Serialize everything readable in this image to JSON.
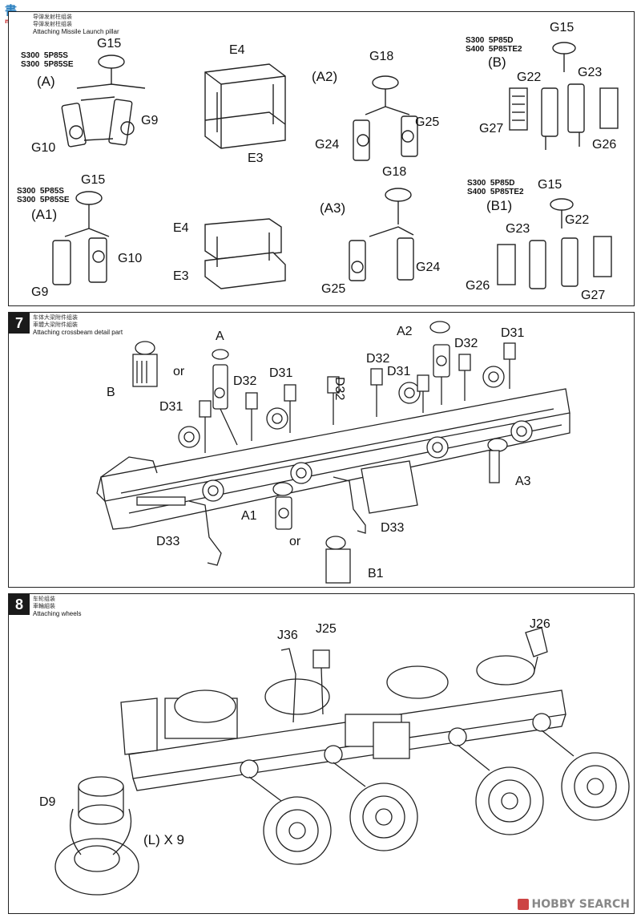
{
  "logo": {
    "text": "書",
    "sub": "modelers"
  },
  "step6": {
    "cn1": "导弹发射柱组装",
    "cn2": "导弹发射柱组装",
    "en": "Attaching Missile Launch pillar",
    "variants": {
      "A": "S300  5P85S\nS300  5P85SE",
      "A1": "S300  5P85S\nS300  5P85SE",
      "B": "S300  5P85D\nS400  5P85TE2",
      "B1": "S300  5P85D\nS400  5P85TE2"
    },
    "tags": {
      "A": "(A)",
      "A1": "(A1)",
      "A2": "(A2)",
      "A3": "(A3)",
      "B": "(B)",
      "B1": "(B1)"
    },
    "parts": {
      "G15": "G15",
      "G9": "G9",
      "G10": "G10",
      "G18": "G18",
      "G25": "G25",
      "G24": "G24",
      "G22": "G22",
      "G23": "G23",
      "G27": "G27",
      "G26": "G26",
      "E4": "E4",
      "E3": "E3"
    }
  },
  "step7": {
    "num": "7",
    "cn1": "车体大梁附件组装",
    "cn2": "車體大梁附件組裝",
    "en": "Attaching crossbeam detail part",
    "or": "or",
    "parts": {
      "A": "A",
      "B": "B",
      "A1": "A1",
      "A2": "A2",
      "A3": "A3",
      "B1": "B1",
      "D31": "D31",
      "D32": "D32",
      "D33": "D33"
    }
  },
  "step8": {
    "num": "8",
    "cn1": "车轮组装",
    "cn2": "車輪組裝",
    "en": "Attaching wheels",
    "parts": {
      "J36": "J36",
      "J25": "J25",
      "J26": "J26",
      "D9": "D9"
    },
    "qty": "(L) X 9"
  },
  "watermark": "HOBBY SEARCH"
}
